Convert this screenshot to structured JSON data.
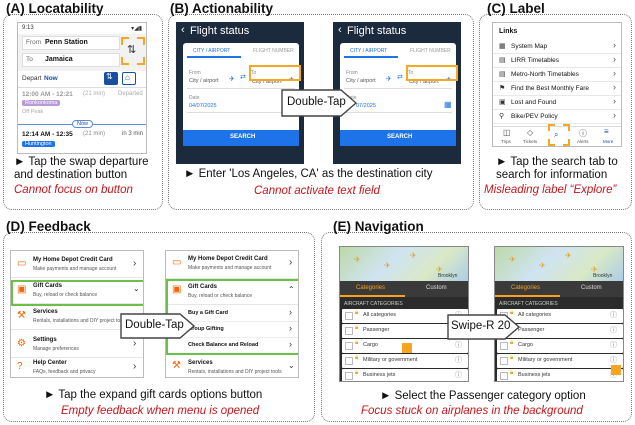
{
  "panels": {
    "locatability": {
      "title": "(A) Locatability",
      "instruction_line1": "► Tap the swap departure",
      "instruction_line2": "and destination button",
      "failure": "Cannot focus on button",
      "screen": {
        "status_time": "9:13",
        "from_label": "From",
        "from_value": "Penn Station",
        "to_label": "To",
        "to_value": "Jamaica",
        "depart_label": "Depart",
        "depart_value": "Now",
        "trip1_time": "12:00 AM - 12:21",
        "trip1_duration": "(21 min)",
        "trip1_status": "Departed",
        "trip1_line": "Ronkonkoma",
        "trip1_peak": "Off Peak",
        "now_label": "Now",
        "trip2_time": "12:14 AM - 12:35",
        "trip2_duration": "(21 min)",
        "trip2_eta": "in 3 min",
        "trip2_line": "Huntington"
      }
    },
    "actionability": {
      "title": "(B) Actionability",
      "instruction": "► Enter 'Los Angeles, CA' as the destination city",
      "failure": "Cannot activate text field",
      "gesture": "Double-Tap",
      "screen": {
        "header": "Flight status",
        "tab1": "CITY / AIRPORT",
        "tab2": "FLIGHT NUMBER",
        "from_label": "From",
        "from_placeholder": "City / airport",
        "to_label": "To",
        "to_placeholder": "City / airport",
        "date_label": "Date",
        "date_value": "04/07/2025",
        "date_value_partial": "07/2025",
        "search_button": "SEARCH"
      }
    },
    "label": {
      "title": "(C) Label",
      "instruction_line1": "► Tap the search tab to",
      "instruction_line2": "search for information",
      "failure": "Misleading label “Explore”",
      "screen": {
        "header": "Links",
        "items": [
          "System Map",
          "LIRR Timetables",
          "Metro-North Timetables",
          "Find the Best Monthly Fare",
          "Lost and Found",
          "Bike/PEV Policy"
        ],
        "nav": [
          "Trips",
          "Tickets",
          "",
          "Alerts",
          "More"
        ]
      }
    },
    "feedback": {
      "title": "(D) Feedback",
      "instruction": "► Tap the expand gift cards options button",
      "failure": "Empty feedback when menu is opened",
      "gesture": "Double-Tap",
      "left_screen": [
        {
          "title": "My Home Depot Credit Card",
          "sub": "Make payments and manage account"
        },
        {
          "title": "Gift Cards",
          "sub": "Buy, reload or check balance"
        },
        {
          "title": "Services",
          "sub": "Rentals, installations and DIY project tools"
        },
        {
          "title": "Settings",
          "sub": "Manage preferences"
        },
        {
          "title": "Help Center",
          "sub": "FAQs, feedback and privacy"
        }
      ],
      "right_screen": {
        "card_title": "My Home Depot Credit Card",
        "card_sub": "Make payments and manage account",
        "gift_title": "Gift Cards",
        "gift_sub": "Buy, reload or check balance",
        "sub_items": [
          "Buy a Gift Card",
          "Group Gifting",
          "Check Balance and Reload"
        ],
        "services_title": "Services",
        "services_sub": "Rentals, installations and DIY project tools"
      }
    },
    "navigation": {
      "title": "(E) Navigation",
      "instruction": "► Select the Passenger category option",
      "failure": "Focus stuck on airplanes in the background",
      "gesture": "Swipe-R 20",
      "screen": {
        "map_label": "Brooklyn",
        "tab1": "Categories",
        "tab2": "Custom",
        "section": "AIRCRAFT CATEGORIES",
        "items": [
          "All categories",
          "Passenger",
          "Cargo",
          "Military or government",
          "Business jets"
        ]
      }
    }
  },
  "colors": {
    "failure": "#c4161c",
    "focus_orange": "#f5a623",
    "focus_green": "#6cc04a",
    "flight_blue": "#1e73e8",
    "flight_header": "#1b2a3d",
    "hd_orange": "#f96302",
    "nav_dark": "#2b2b2b",
    "nav_orange": "#f7a21b"
  }
}
